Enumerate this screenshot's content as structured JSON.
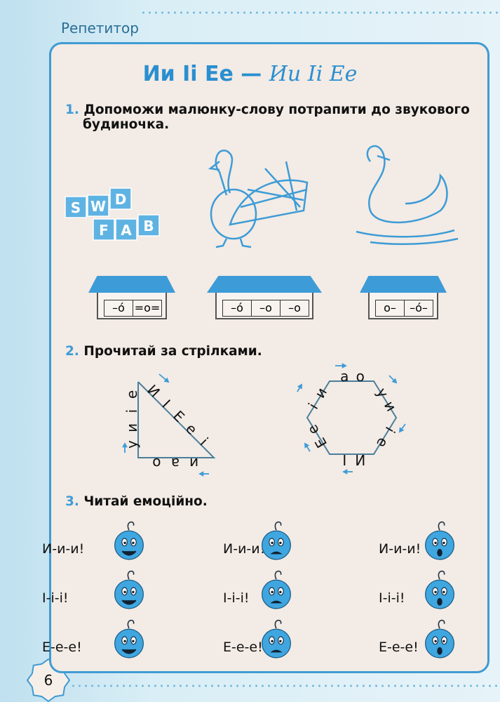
{
  "header": "Репетитор",
  "page_number": "6",
  "title": {
    "print": "Ии Іі Ее —",
    "script": "Ии Іі Ее"
  },
  "task1": {
    "num": "1.",
    "text_line1": "Допоможи малюнку-слову потрапити до звукового",
    "text_line2": "будиночка.",
    "cubes": [
      "S",
      "W",
      "D",
      "F",
      "A",
      "B"
    ],
    "houses": [
      [
        "–о́",
        "=о="
      ],
      [
        "–о́",
        "–о",
        "–о"
      ],
      [
        "о–",
        "–о́–"
      ]
    ]
  },
  "task2": {
    "num": "2.",
    "text": "Прочитай за стрілками.",
    "triangle": {
      "hyp": [
        "И",
        "І",
        "Е",
        "е",
        "і"
      ],
      "bottom": [
        "и",
        "а",
        "о"
      ],
      "left": [
        "у",
        "и",
        "і",
        "е"
      ]
    },
    "hexagon": {
      "top": [
        "а",
        "о"
      ],
      "right_upper": [
        "у",
        "и"
      ],
      "right_lower": [
        "і",
        "е"
      ],
      "bottom": [
        "И",
        "І"
      ],
      "left_lower": [
        "Е",
        "е"
      ],
      "left_upper": [
        "і",
        "и"
      ]
    }
  },
  "task3": {
    "num": "3.",
    "text": "Читай емоційно.",
    "columns": [
      {
        "emotion": "happy",
        "rows": [
          "И-и-и!",
          "І-і-і!",
          "Е-е-е!"
        ]
      },
      {
        "emotion": "sad",
        "rows": [
          "И-и-и!",
          "І-і-і!",
          "Е-е-е!"
        ]
      },
      {
        "emotion": "surprised",
        "rows": [
          "И-и-и!",
          "І-і-і!",
          "Е-е-е!"
        ]
      }
    ]
  },
  "colors": {
    "accent": "#3d9cd7",
    "card": "#f3ebe5"
  }
}
